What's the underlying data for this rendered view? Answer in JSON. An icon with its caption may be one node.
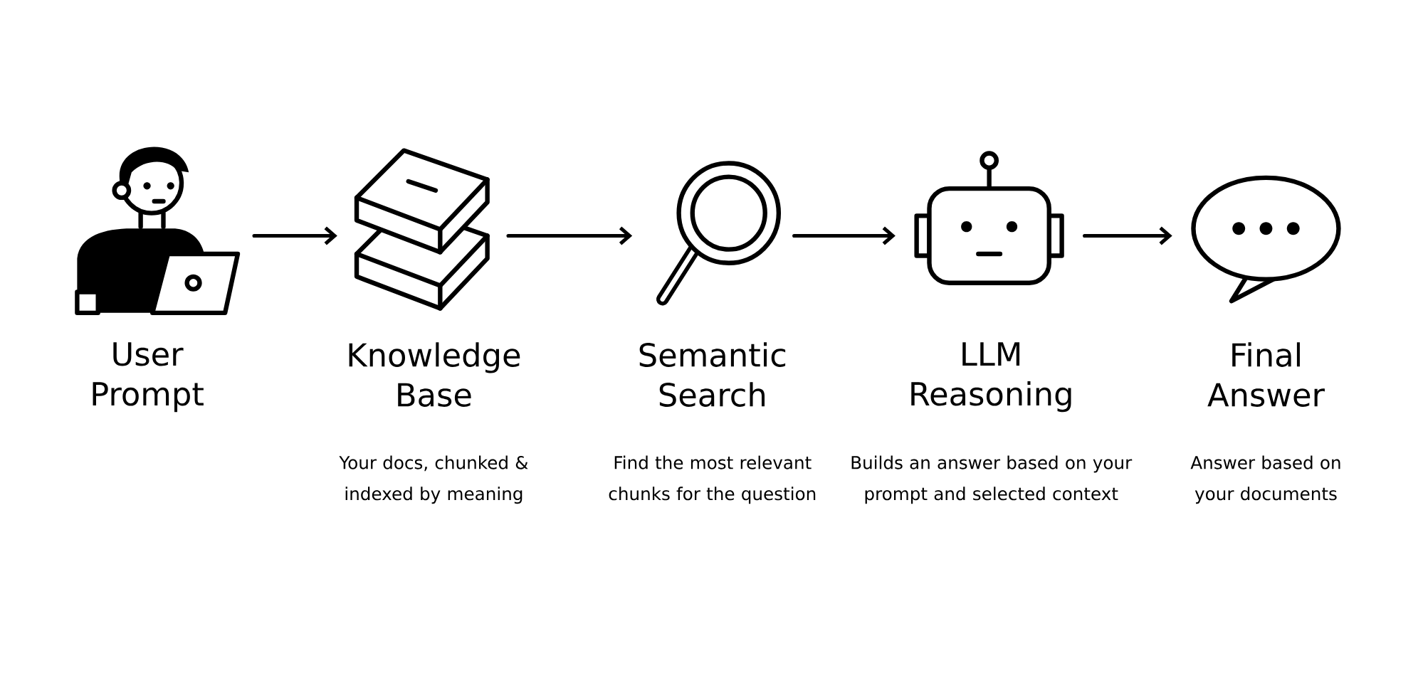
{
  "diagram": {
    "nodes": [
      {
        "text": [],
        "shape": "picture",
        "beside": [
          "User Prompt"
        ]
      },
      {
        "text": [],
        "shape": "picture",
        "beside": [
          "Knowledge Base",
          "Your docs, chunked & indexed by meaning"
        ]
      },
      {
        "text": [],
        "shape": "picture",
        "beside": [
          "Semantic Search",
          "Find the most relevant chunks for the question"
        ]
      },
      {
        "text": [],
        "shape": "picture",
        "beside": [
          "LLM Reasoning",
          "Builds an answer based on your prompt and selected context"
        ]
      },
      {
        "text": [],
        "shape": "picture",
        "beside": [
          "Final Answer",
          "Answer based on your documents"
        ]
      }
    ],
    "edges": [
      {
        "from": 0,
        "to": 1,
        "arrow": "to"
      },
      {
        "from": 1,
        "to": 2,
        "arrow": "to"
      },
      {
        "from": 2,
        "to": 3,
        "arrow": "to"
      },
      {
        "from": 3,
        "to": 4,
        "arrow": "to"
      }
    ]
  }
}
